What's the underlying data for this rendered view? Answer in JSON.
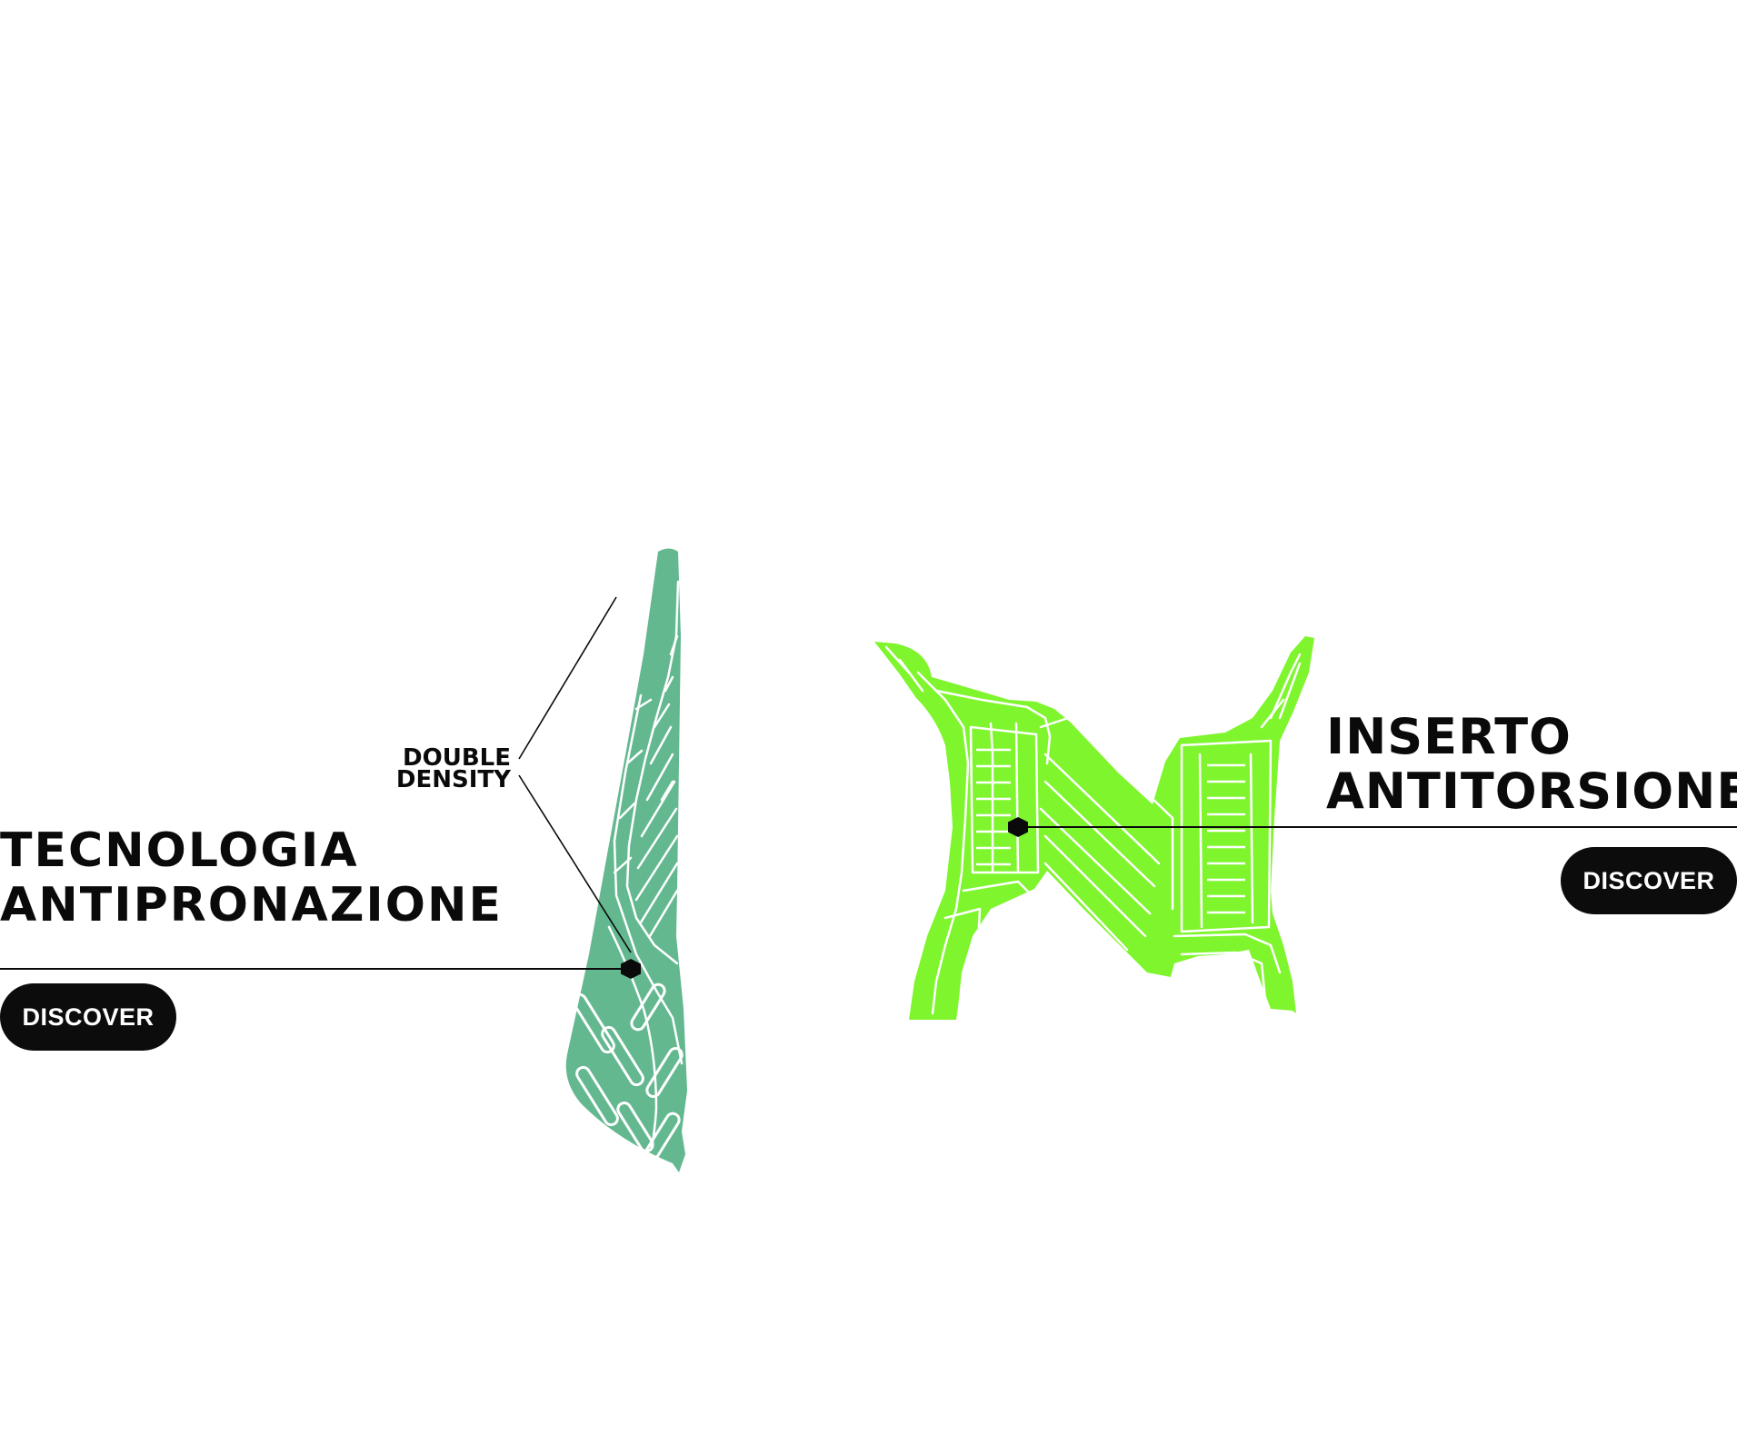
{
  "features": {
    "left": {
      "title_line1": "TECNOLOGIA",
      "title_line2": "ANTIPRONAZIONE",
      "callout_line1": "DOUBLE",
      "callout_line2": "DENSITY",
      "button_label": "DISCOVER",
      "color": "#63b890"
    },
    "right": {
      "title_line1": "INSERTO",
      "title_line2": "ANTITORSIONE",
      "button_label": "DISCOVER",
      "color": "#7ff52e"
    }
  },
  "colors": {
    "background": "#ffffff",
    "text": "#0a0a0a",
    "button_bg": "#0c0c0c",
    "button_text": "#ffffff"
  },
  "icons": [
    "hexagon-marker-icon",
    "sole-cross-section-icon",
    "antitorsion-insert-icon"
  ]
}
